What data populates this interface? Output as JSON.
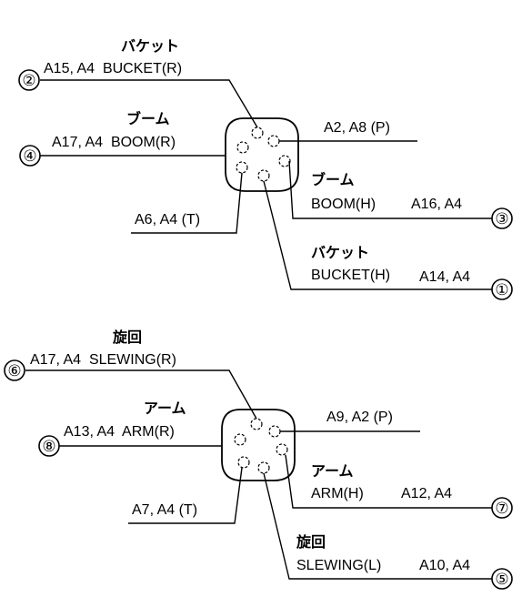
{
  "connector_top": {
    "circuits": {
      "c2": {
        "number": "②",
        "jp": "バケット",
        "text": "A15, A4  BUCKET(R)"
      },
      "c4": {
        "number": "④",
        "jp": "ブーム",
        "text": "A17, A4  BOOM(R)"
      },
      "p": {
        "text": "A2, A8 (P)"
      },
      "t": {
        "text": "A6, A4 (T)"
      },
      "c3": {
        "number": "③",
        "jp": "ブーム",
        "text1": "BOOM(H)",
        "text2": "A16, A4"
      },
      "c1": {
        "number": "①",
        "jp": "バケット",
        "text1": "BUCKET(H)",
        "text2": "A14, A4"
      }
    }
  },
  "connector_bottom": {
    "circuits": {
      "c6": {
        "number": "⑥",
        "jp": "旋回",
        "text": "A17, A4  SLEWING(R)"
      },
      "c8": {
        "number": "⑧",
        "jp": "アーム",
        "text": "A13, A4  ARM(R)"
      },
      "p": {
        "text": "A9, A2 (P)"
      },
      "t": {
        "text": "A7, A4 (T)"
      },
      "c7": {
        "number": "⑦",
        "jp": "アーム",
        "text1": "ARM(H)",
        "text2": "A12, A4"
      },
      "c5": {
        "number": "⑤",
        "jp": "旋回",
        "text1": "SLEWING(L)",
        "text2": "A10, A4"
      }
    }
  }
}
